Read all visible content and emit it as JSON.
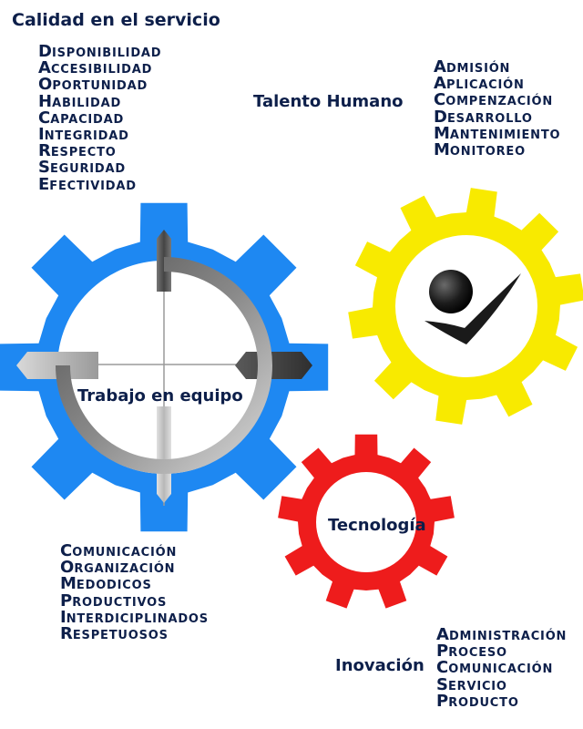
{
  "colors": {
    "text": "#0d1f4a",
    "gear_blue": "#1e88f2",
    "gear_yellow": "#f8ea00",
    "gear_red": "#ee1c1c",
    "grey_dark": "#4f4f4f",
    "grey_light": "#c8c8c8",
    "check": "#1a1a1a"
  },
  "calidad": {
    "title": "Calidad en el servicio",
    "items": [
      {
        "initial": "D",
        "rest": "isponibilidad"
      },
      {
        "initial": "A",
        "rest": "ccesibilidad"
      },
      {
        "initial": "O",
        "rest": "portunidad"
      },
      {
        "initial": "H",
        "rest": "abilidad"
      },
      {
        "initial": "C",
        "rest": "apacidad"
      },
      {
        "initial": "I",
        "rest": "ntegridad"
      },
      {
        "initial": "R",
        "rest": "especto"
      },
      {
        "initial": "S",
        "rest": "eguridad"
      },
      {
        "initial": "E",
        "rest": "fectividad"
      }
    ]
  },
  "talento": {
    "title": "Talento Humano",
    "items": [
      {
        "initial": "A",
        "rest": "dmisión"
      },
      {
        "initial": "A",
        "rest": "plicación"
      },
      {
        "initial": "C",
        "rest": "ompenzación"
      },
      {
        "initial": "D",
        "rest": "esarrollo"
      },
      {
        "initial": "M",
        "rest": "antenimiento"
      },
      {
        "initial": "M",
        "rest": "onitoreo"
      }
    ]
  },
  "gears": {
    "blue_label": "Trabajo en equipo",
    "yellow_icon": "checkmark-person-icon",
    "red_label": "Tecnología"
  },
  "trabajo": {
    "items": [
      {
        "initial": "C",
        "rest": "omunicación"
      },
      {
        "initial": "O",
        "rest": "rganización"
      },
      {
        "initial": "M",
        "rest": "edodicos"
      },
      {
        "initial": "P",
        "rest": "roductivos"
      },
      {
        "initial": "I",
        "rest": "nterdiciplinados"
      },
      {
        "initial": "R",
        "rest": "espetuosos"
      }
    ]
  },
  "inovacion": {
    "title": "Inovación",
    "items": [
      {
        "initial": "A",
        "rest": "dministración"
      },
      {
        "initial": "P",
        "rest": "roceso"
      },
      {
        "initial": "C",
        "rest": "omunicación"
      },
      {
        "initial": "S",
        "rest": "ervicio"
      },
      {
        "initial": "P",
        "rest": "roducto"
      }
    ]
  }
}
